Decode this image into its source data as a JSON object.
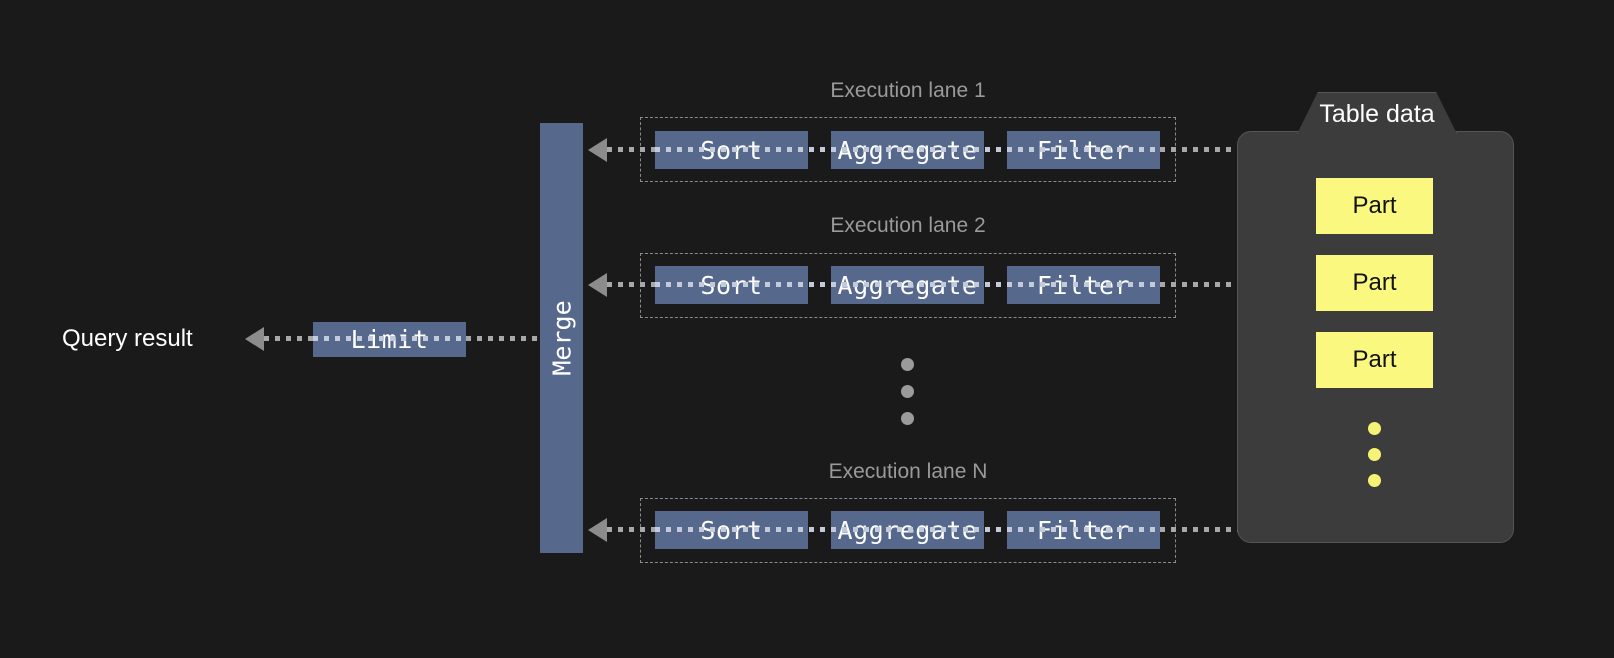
{
  "diagram": {
    "background_color": "#1a1a1a",
    "accent_color": "#56698d",
    "part_color": "#faf87f",
    "panel_color": "#3c3c3c",
    "connector_color": "#a8a8a8"
  },
  "query_result": {
    "label": "Query result"
  },
  "limit": {
    "label": "Limit"
  },
  "merge": {
    "label": "Merge"
  },
  "lanes": [
    {
      "title": "Execution lane 1",
      "stages": [
        {
          "label": "Sort"
        },
        {
          "label": "Aggregate"
        },
        {
          "label": "Filter"
        }
      ]
    },
    {
      "title": "Execution lane 2",
      "stages": [
        {
          "label": "Sort"
        },
        {
          "label": "Aggregate"
        },
        {
          "label": "Filter"
        }
      ]
    },
    {
      "title": "Execution lane N",
      "stages": [
        {
          "label": "Sort"
        },
        {
          "label": "Aggregate"
        },
        {
          "label": "Filter"
        }
      ]
    }
  ],
  "lane_ellipsis": {
    "dots": 3
  },
  "table_data": {
    "title": "Table data",
    "parts": [
      {
        "label": "Part"
      },
      {
        "label": "Part"
      },
      {
        "label": "Part"
      }
    ],
    "ellipsis": {
      "dots": 3
    }
  }
}
